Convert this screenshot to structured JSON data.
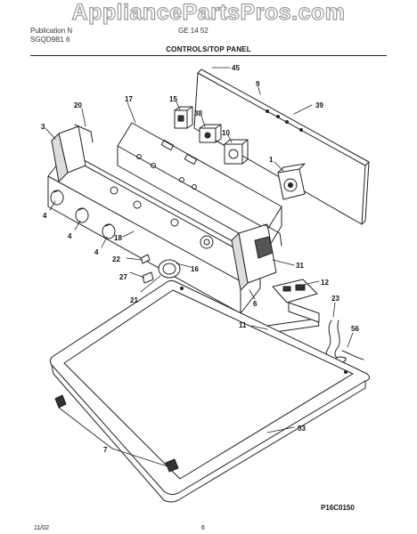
{
  "watermark": "AppliancePartsPros.com",
  "header": {
    "left_lines": [
      "Publication N",
      "SGQD9B1 6"
    ],
    "right": "GE 14 52"
  },
  "section_title": "CONTROLS/TOP PANEL",
  "callouts": {
    "c1": "1",
    "c3": "3",
    "c4a": "4",
    "c4b": "4",
    "c4c": "4",
    "c6": "6",
    "c7": "7",
    "c9": "9",
    "c10": "10",
    "c11": "11",
    "c12": "12",
    "c15": "15",
    "c16": "16",
    "c17": "17",
    "c18": "18",
    "c20": "20",
    "c21": "21",
    "c22": "22",
    "c23": "23",
    "c27": "27",
    "c31": "31",
    "c38": "38",
    "c39": "39",
    "c45": "45",
    "c53": "53",
    "c56": "56"
  },
  "figure_code": "P16C0150",
  "footer": {
    "date": "11/02",
    "page": "6"
  }
}
